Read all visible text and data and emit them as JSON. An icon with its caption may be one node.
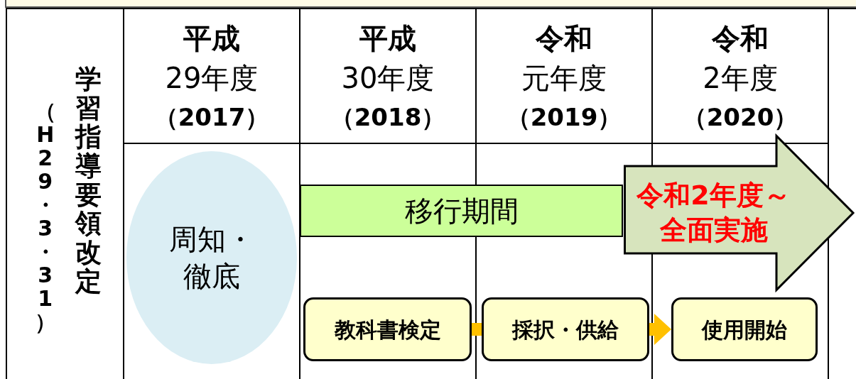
{
  "diagram": {
    "nodes": [
      {
        "text": [
          "周知・徹底"
        ]
      },
      {
        "text": [
          "移行期間"
        ]
      },
      {
        "text": [
          "令和2年度～全面実施"
        ]
      },
      {
        "text": [
          "教科書検定"
        ]
      },
      {
        "text": [
          "採択・供給"
        ]
      },
      {
        "text": [
          "使用開始"
        ]
      }
    ],
    "edges": [
      {
        "from": 3,
        "to": 4,
        "arrow": "none"
      },
      {
        "from": 4,
        "to": 5,
        "arrow": "to"
      }
    ],
    "labels": [
      "学習指導要領改定",
      "（H29・3・31）",
      "平成",
      "29年度",
      "（2017）",
      "平成",
      "30年度",
      "（2018）",
      "令和",
      "元年度",
      "（2019）",
      "令和",
      "2年度",
      "（2020）"
    ]
  }
}
